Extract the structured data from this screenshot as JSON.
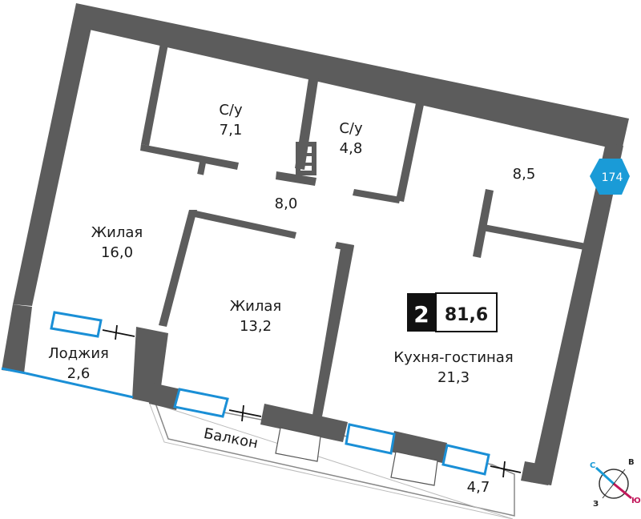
{
  "rooms": {
    "bath1": {
      "name": "С/у",
      "area": "7,1"
    },
    "bath2": {
      "name": "С/у",
      "area": "4,8"
    },
    "hall": {
      "area": "8,0"
    },
    "room_top_right": {
      "area": "8,5"
    },
    "living1": {
      "name": "Жилая",
      "area": "16,0"
    },
    "living2": {
      "name": "Жилая",
      "area": "13,2"
    },
    "kitchen": {
      "name": "Кухня-гостиная",
      "area": "21,3"
    },
    "loggia": {
      "name": "Лоджия",
      "area": "2,6"
    },
    "balcony": {
      "name": "Балкон",
      "area": "4,7"
    }
  },
  "apartment": {
    "rooms_count": "2",
    "total_area": "81,6",
    "number": "174"
  },
  "compass": {
    "north": "С",
    "east": "В",
    "south": "Ю",
    "west": "З"
  },
  "colors": {
    "wall": "#5c5c5c",
    "window": "#1a8fd6",
    "badge": "#1a9bd7",
    "south": "#c2185b",
    "north": "#1a9bd7"
  }
}
